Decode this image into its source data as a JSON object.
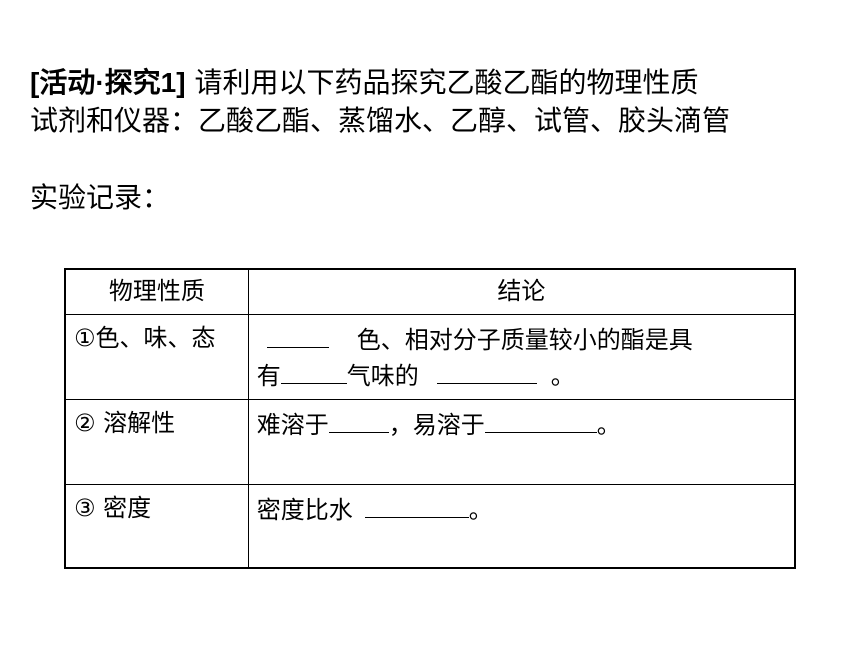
{
  "heading": {
    "tag": "[活动·探究1]",
    "text": "请利用以下药品探究乙酸乙酯的物理性质",
    "reagents": "试剂和仪器：乙酸乙酯、蒸馏水、乙醇、试管、胶头滴管",
    "record_label": "实验记录："
  },
  "table": {
    "col_property": "物理性质",
    "col_conclusion": "结论",
    "rows": [
      {
        "property": "①色、味、态",
        "conclusion_a": "色、相对分子质量较小的酯是具",
        "conclusion_b": "有",
        "conclusion_c": "气味的",
        "conclusion_d": "。"
      },
      {
        "property": "② 溶解性",
        "conclusion_a": "难溶于",
        "conclusion_b": "，易溶于",
        "conclusion_c": "。"
      },
      {
        "property": "③ 密度",
        "conclusion_a": "密度比水",
        "conclusion_b": "。"
      }
    ]
  }
}
